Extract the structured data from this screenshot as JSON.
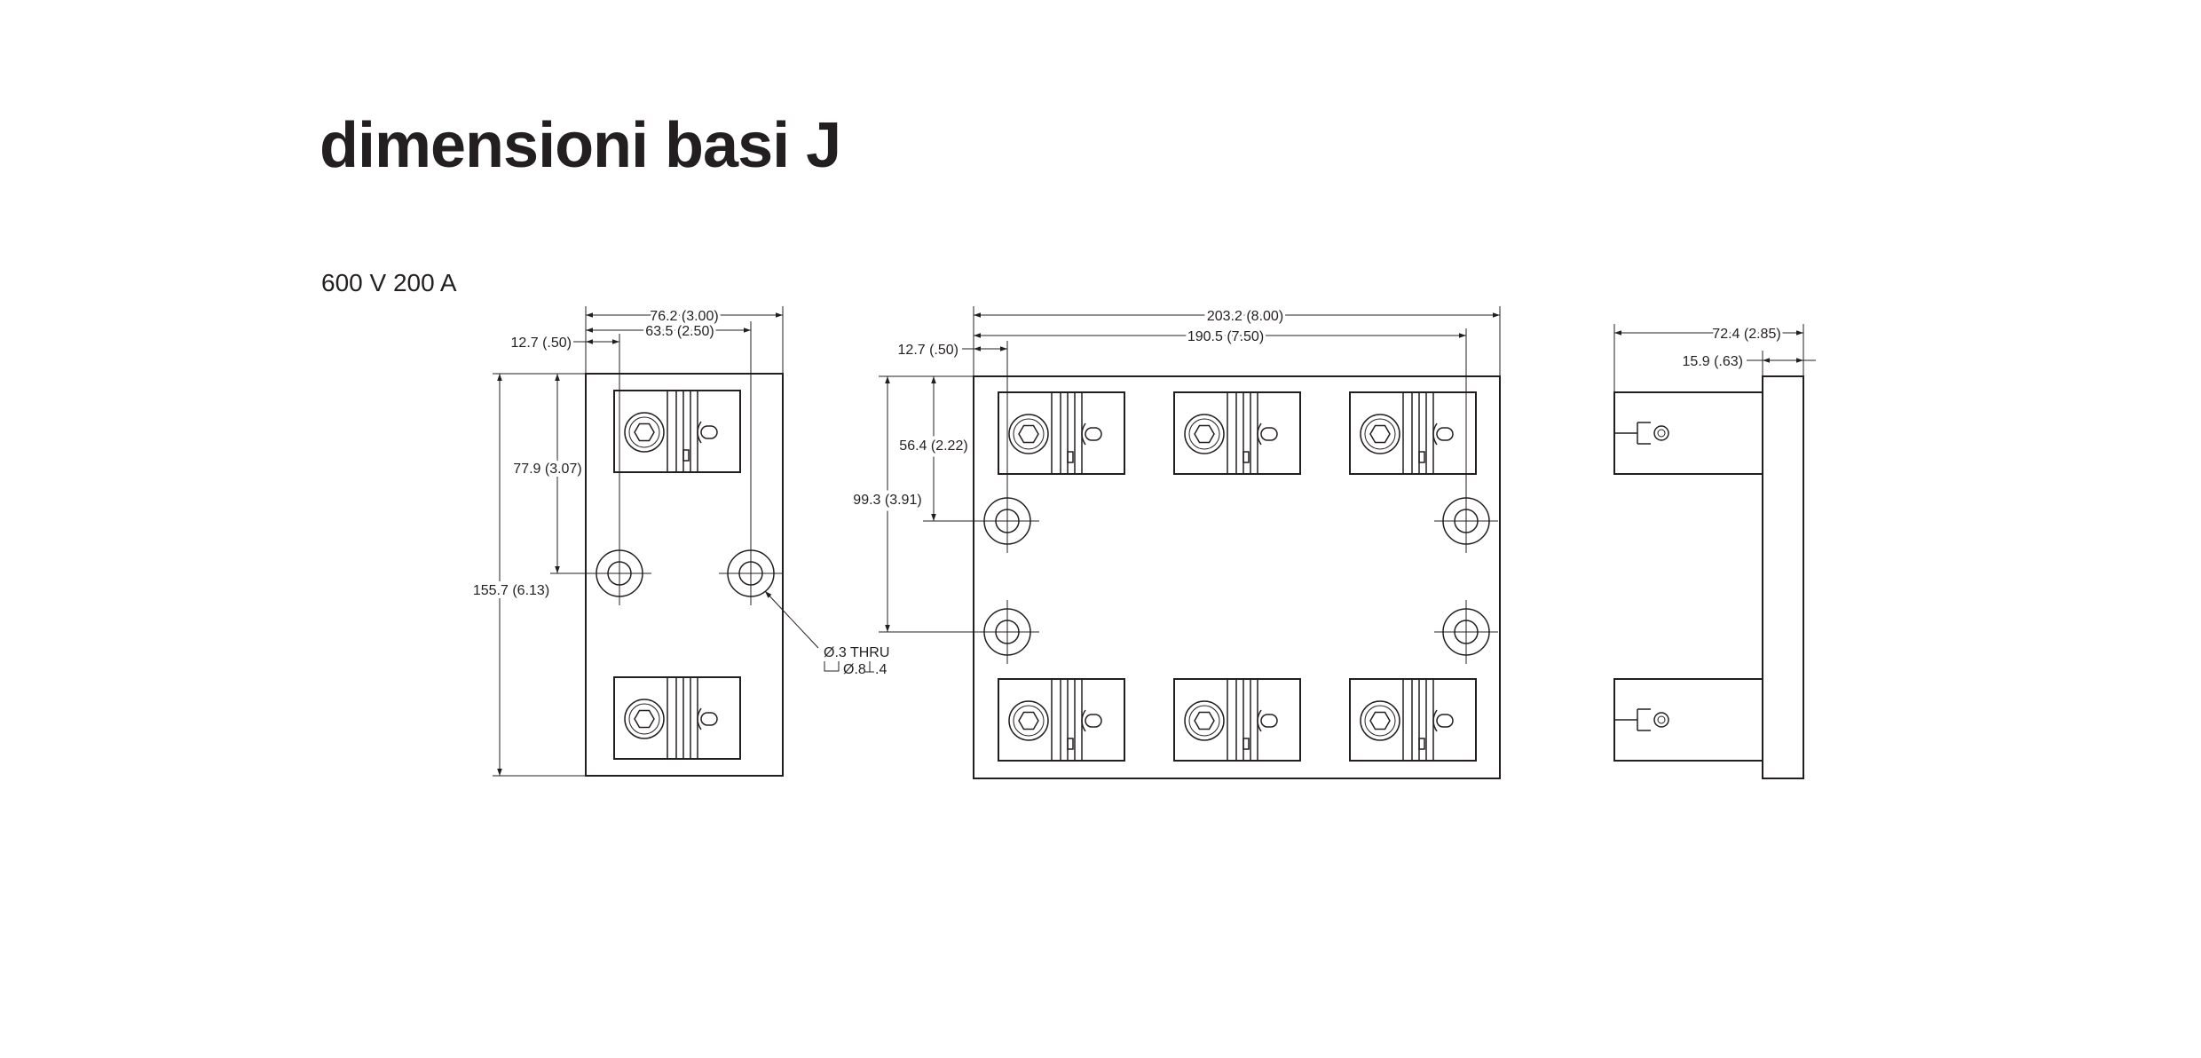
{
  "header": {
    "title": "dimensioni basi J",
    "subtitle": "600 V 200 A"
  },
  "views": {
    "front_single": {
      "dims": {
        "overall_width": "76.2 (3.00)",
        "hole_spacing": "63.5 (2.50)",
        "edge_offset": "12.7 (.50)",
        "hole_height": "77.9 (3.07)",
        "overall_height": "155.7 (6.13)",
        "hole_spec_1": "Ø.3 THRU",
        "hole_spec_2": "Ø.8",
        "hole_spec_3": ".4"
      }
    },
    "front_triple": {
      "dims": {
        "overall_width": "203.2 (8.00)",
        "hole_spacing": "190.5 (7.50)",
        "edge_offset": "12.7 (.50)",
        "upper_hole_height": "56.4 (2.22)",
        "hole_vertical_spacing": "99.3 (3.91)"
      }
    },
    "side": {
      "dims": {
        "overall_depth": "72.4 (2.85)",
        "base_thickness": "15.9 (.63)"
      }
    }
  },
  "colors": {
    "ink": "#231f20",
    "paper": "#ffffff"
  }
}
